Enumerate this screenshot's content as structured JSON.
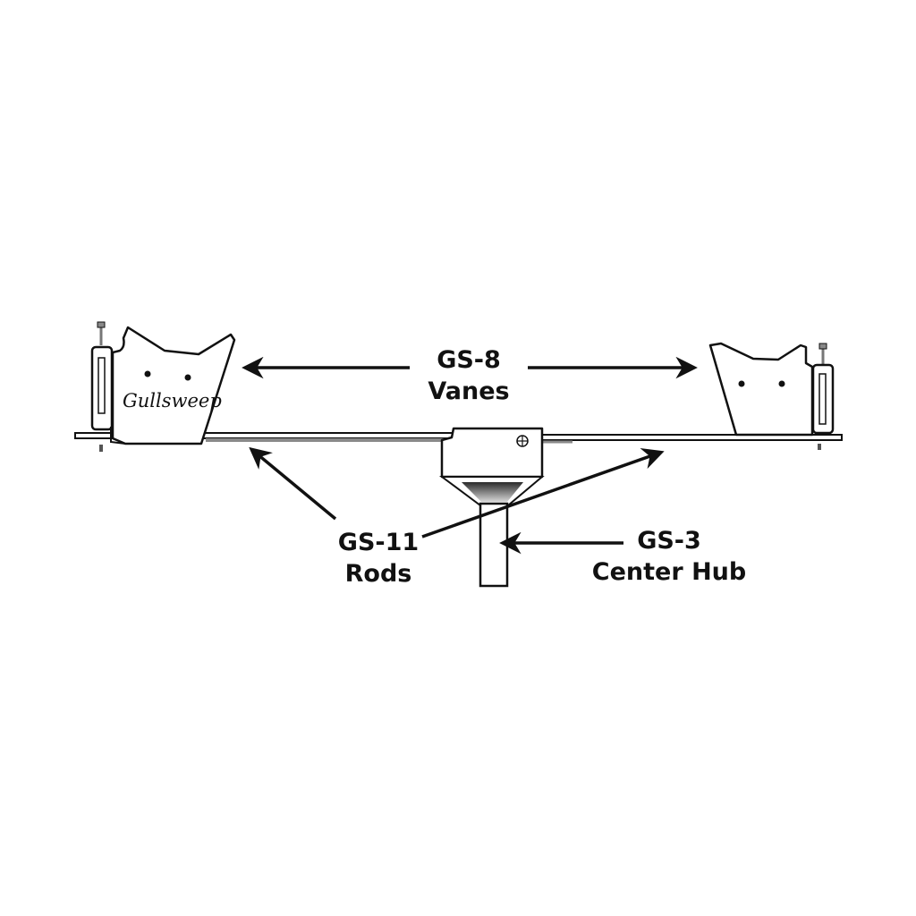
{
  "diagram": {
    "subject": "Gullsweep weathervane assembly",
    "brand_text": "Gullsweep",
    "labels": {
      "vanes": {
        "code": "GS-8",
        "name": "Vanes"
      },
      "rods": {
        "code": "GS-11",
        "name": "Rods"
      },
      "hub": {
        "code": "GS-3",
        "name": "Center Hub"
      }
    },
    "parts": [
      {
        "id": "left-vane",
        "part": "GS-8 Vanes"
      },
      {
        "id": "right-vane",
        "part": "GS-8 Vanes"
      },
      {
        "id": "left-rod",
        "part": "GS-11 Rods"
      },
      {
        "id": "right-rod",
        "part": "GS-11 Rods"
      },
      {
        "id": "center-hub",
        "part": "GS-3 Center Hub"
      }
    ],
    "colors": {
      "line": "#111111",
      "background": "#ffffff",
      "rod_shadow": "#8a8a8a"
    }
  }
}
